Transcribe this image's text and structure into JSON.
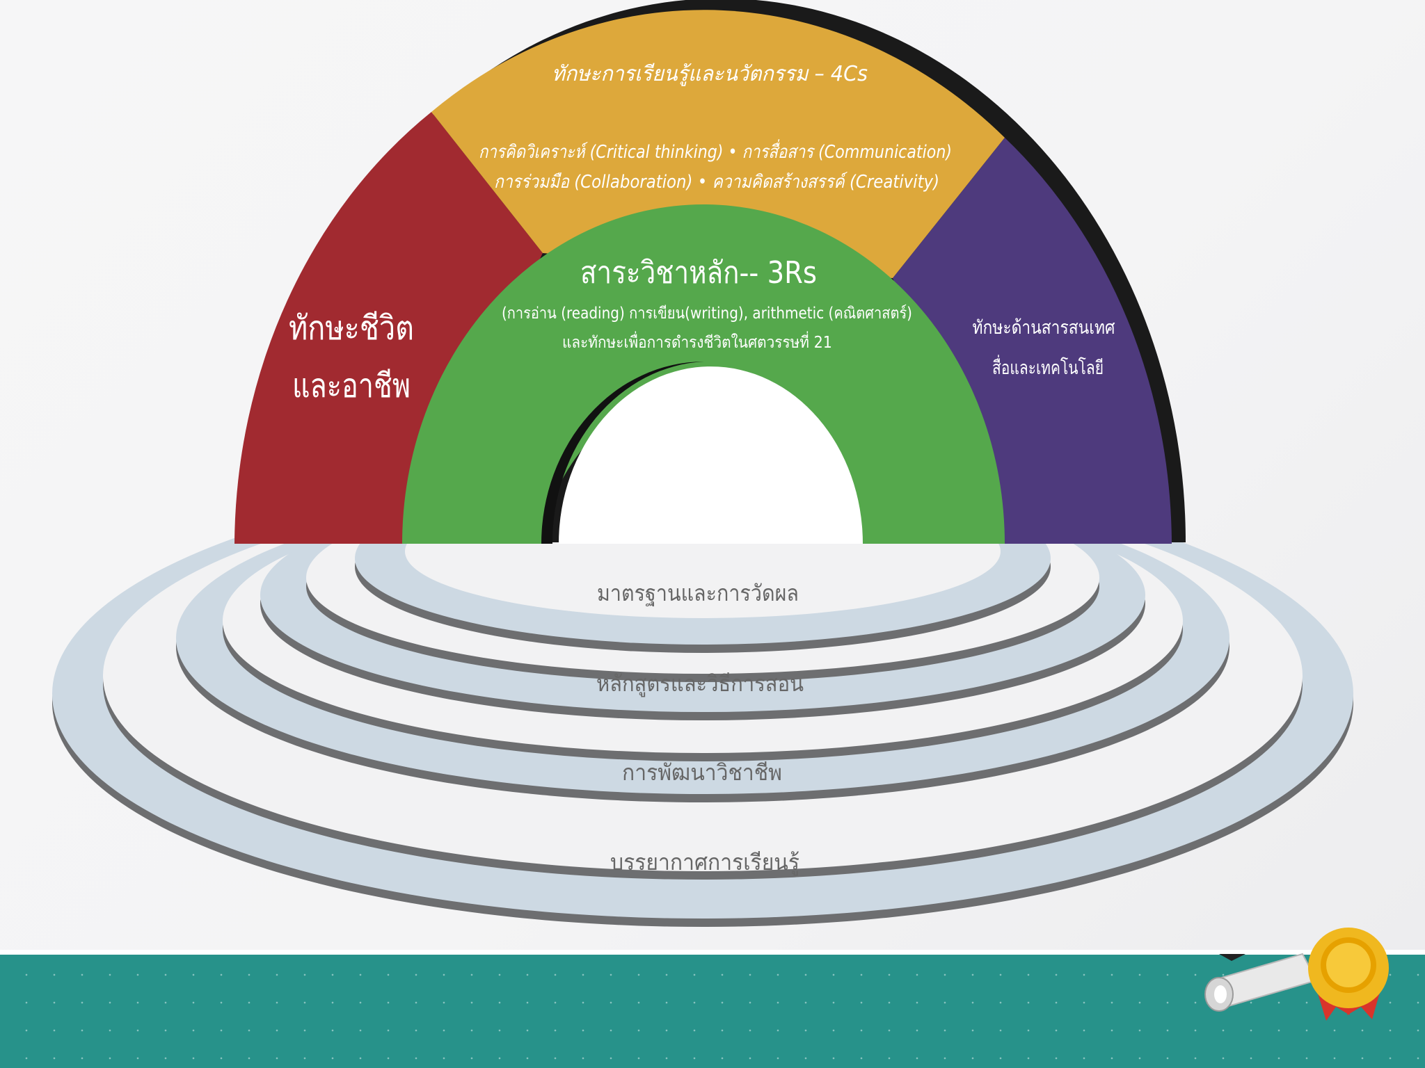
{
  "arch": {
    "top": {
      "title": "ทักษะการเรียนรู้และนวัตกรรม – 4Cs",
      "line1": "การคิดวิเคราะห์ (Critical thinking) • การสื่อสาร (Communication)",
      "line2": "การร่วมมือ (Collaboration) • ความคิดสร้างสรรค์ (Creativity)",
      "color": "#dda83b"
    },
    "left": {
      "line1": "ทักษะชีวิต",
      "line2": "และอาชีพ",
      "color": "#a12a30"
    },
    "right": {
      "line1": "ทักษะด้านสารสนเทศ",
      "line2": "สื่อและเทคโนโลยี",
      "color": "#4e3a7d"
    },
    "center": {
      "title": "สาระวิชาหลัก-- 3Rs",
      "line1": "(การอ่าน (reading) การเขียน(writing), arithmetic (คณิตศาสตร์)",
      "line2": "และทักษะเพื่อการดำรงชีวิตในศตวรรษที่ 21",
      "color": "#55a84c"
    }
  },
  "rings": [
    "มาตรฐานและการวัดผล",
    "หลักสูตรและวิธีการสอน",
    "การพัฒนาวิชาชีพ",
    "บรรยากาศการเรียนรู้"
  ],
  "colors": {
    "ring_light": "#cdd9e3",
    "ring_gap": "#f1f1f2",
    "ring_shadow": "#6d6e70",
    "banner": "#27928a"
  },
  "icons": [
    "diploma-scroll-icon",
    "award-medal-icon"
  ]
}
